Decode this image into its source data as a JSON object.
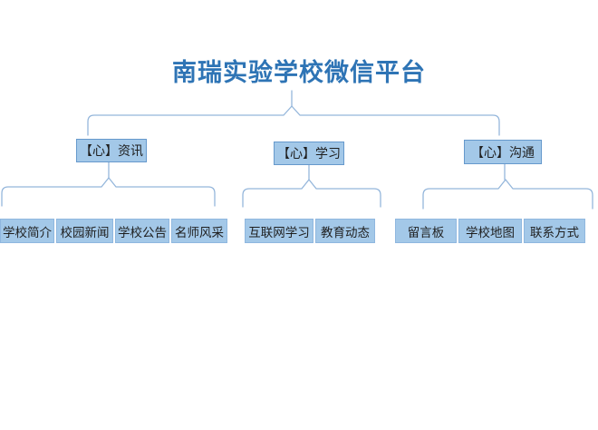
{
  "title": "南瑞实验学校微信平台",
  "groups": [
    {
      "label": "【心】资讯",
      "children": [
        "学校简介",
        "校园新闻",
        "学校公告",
        "名师风采"
      ]
    },
    {
      "label": "【心】学习",
      "children": [
        "互联网学习",
        "教育动态"
      ]
    },
    {
      "label": "【心】沟通",
      "children": [
        "留言板",
        "学校地图",
        "联系方式"
      ]
    }
  ],
  "colors": {
    "title_text": "#2E74B5",
    "box_fill": "#A3C8E8",
    "box_border": "#6699CC",
    "box_text": "#1F1F1F",
    "connector": "#94B6DB"
  }
}
